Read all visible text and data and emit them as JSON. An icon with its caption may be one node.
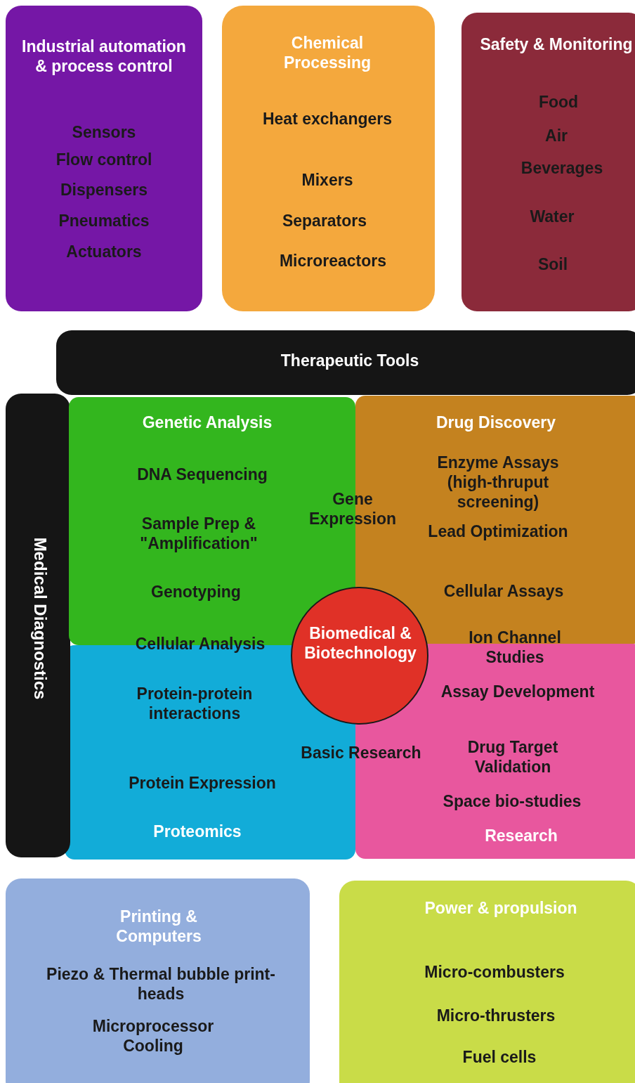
{
  "diagram": {
    "nodes": [
      {
        "text": [
          "Industrial automation & process control",
          "Sensors",
          "Flow control",
          "Dispensers",
          "Pneumatics",
          "Actuators"
        ]
      },
      {
        "text": [
          "Chemical Processing",
          "Heat exchangers",
          "Mixers",
          "Separators",
          "Microreactors"
        ]
      },
      {
        "text": [
          "Safety & Monitoring",
          "Food",
          "Air",
          "Beverages",
          "Water",
          "Soil"
        ]
      },
      {
        "text": [
          "Therapeutic Tools"
        ]
      },
      {
        "text": [
          "Medical Diagnostics"
        ]
      },
      {
        "text": [
          "Genetic Analysis",
          "DNA Sequencing",
          "Sample Prep & \"Amplification\"",
          "Genotyping"
        ]
      },
      {
        "text": [
          "Drug Discovery",
          "Enzyme Assays (high-thruput screening)",
          "Lead Optimization",
          "Cellular Assays"
        ]
      },
      {
        "text": [
          "Protein-protein interactions",
          "Protein Expression",
          "Proteomics"
        ]
      },
      {
        "text": [
          "Assay Development",
          "Drug Target Validation",
          "Space bio-studies",
          "Research"
        ]
      },
      {
        "text": [
          "Biomedical & Biotechnology"
        ]
      },
      {
        "text": [
          "Printing & Computers",
          "Piezo & Thermal  bubble print-heads",
          "Microprocessor Cooling"
        ]
      },
      {
        "text": [
          "Power & propulsion",
          "Micro-combusters",
          "Micro-thrusters",
          "Fuel cells"
        ]
      }
    ],
    "labels": [
      "Gene Expression",
      "Cellular Analysis",
      "Ion Channel Studies",
      "Basic Research"
    ]
  }
}
